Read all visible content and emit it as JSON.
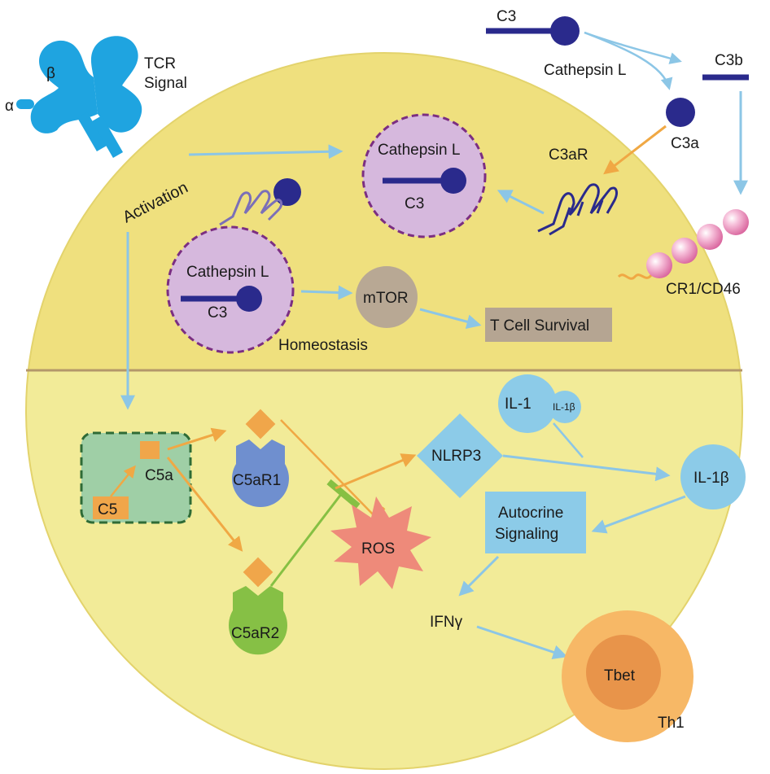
{
  "labels": {
    "alpha": "α",
    "beta": "β",
    "tcr_signal_line1": "TCR",
    "tcr_signal_line2": "Signal",
    "activation": "Activation",
    "c3_top": "C3",
    "cathepsin_top": "Cathepsin L",
    "c3b": "C3b",
    "c3a": "C3a",
    "c3ar": "C3aR",
    "cathepsin_vesicle_upper": "Cathepsin L",
    "c3_vesicle_upper": "C3",
    "cathepsin_vesicle_lower": "Cathepsin L",
    "c3_vesicle_lower": "C3",
    "mtor": "mTOR",
    "homeostasis": "Homeostasis",
    "t_cell_survival": "T Cell Survival",
    "cr1_cd46": "CR1/CD46",
    "c5a": "C5a",
    "c5": "C5",
    "c5ar1": "C5aR1",
    "c5ar2": "C5aR2",
    "nlrp3": "NLRP3",
    "ros": "ROS",
    "il1": "IL-1",
    "il1b_small": "IL-1β",
    "il1b": "IL-1β",
    "autocrine_line1": "Autocrine",
    "autocrine_line2": "Signaling",
    "ifng": "IFNγ",
    "tbet": "Tbet",
    "th1": "Th1"
  },
  "colors": {
    "cell_fill": "#efe07e",
    "cell_lower_fill": "#f2eb98",
    "divider": "#b4976a",
    "arrow_blue": "#8cc6e6",
    "arrow_orange": "#f0a844",
    "inhibit_green": "#86c043",
    "receptor_navy": "#2a2a8c",
    "vesicle_fill": "#d6b8dd",
    "vesicle_border": "#7b2e82",
    "tcr_blue": "#1fa4e0",
    "mtor_fill": "#b8a894",
    "survival_box": "#b5a592",
    "cr1_pink": "#f2a6c8",
    "c5_box_fill": "#9fcfa6",
    "c5_box_border": "#2f6b36",
    "c5_orange": "#f0a64a",
    "c5ar1_fill": "#6f8fcf",
    "c5ar2_fill": "#86c045",
    "nlrp3_fill": "#8ccbe8",
    "ros_fill": "#ee8a7a",
    "il_fill": "#8ccbe8",
    "th1_outer": "#f7b866",
    "th1_inner": "#e8944a"
  },
  "icons": [
    "tcr-receptor-icon",
    "c3ar-receptor-icon",
    "cr1-cd46-chain-icon",
    "ros-burst-icon",
    "c5ar1-receptor-icon",
    "c5ar2-receptor-icon"
  ]
}
